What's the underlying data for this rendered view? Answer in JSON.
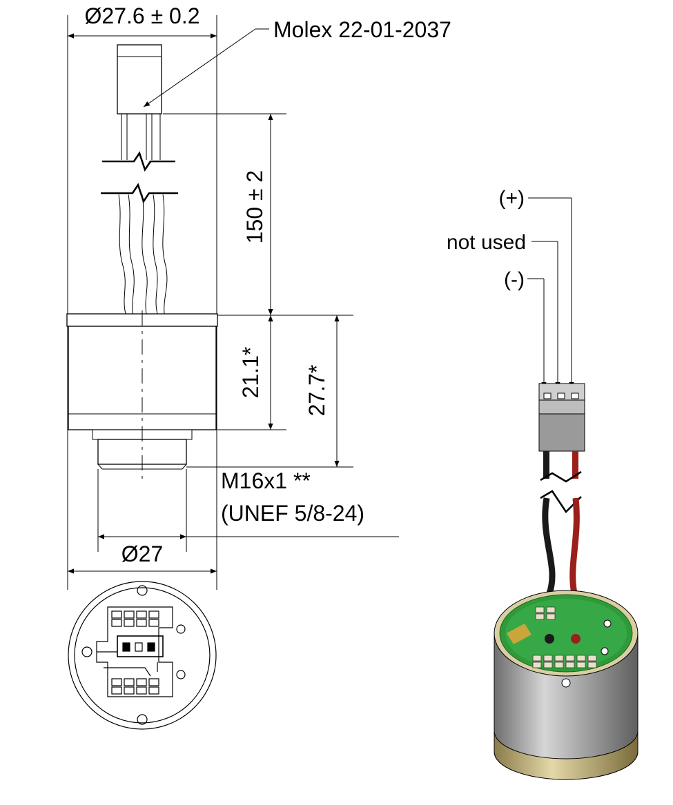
{
  "dimensions": {
    "flange_diameter": "Ø27.6 ± 0.2",
    "cable_length": "150 ± 2",
    "body_height": "21.1*",
    "overall_height": "27.7*",
    "thread_diameter": "Ø27"
  },
  "callouts": {
    "connector": "Molex 22-01-2037",
    "thread_metric": "M16x1 **",
    "thread_unef": "(UNEF 5/8-24)"
  },
  "pinout": {
    "plus": "(+)",
    "not_used": "not used",
    "minus": "(-)"
  },
  "colors": {
    "wire_black": "#1a1a1a",
    "wire_red": "#9b1f1a",
    "pcb_green": "#2f9a3a",
    "connector_gray": "#9a9a9a",
    "body_steel": "#b8b8b8"
  }
}
